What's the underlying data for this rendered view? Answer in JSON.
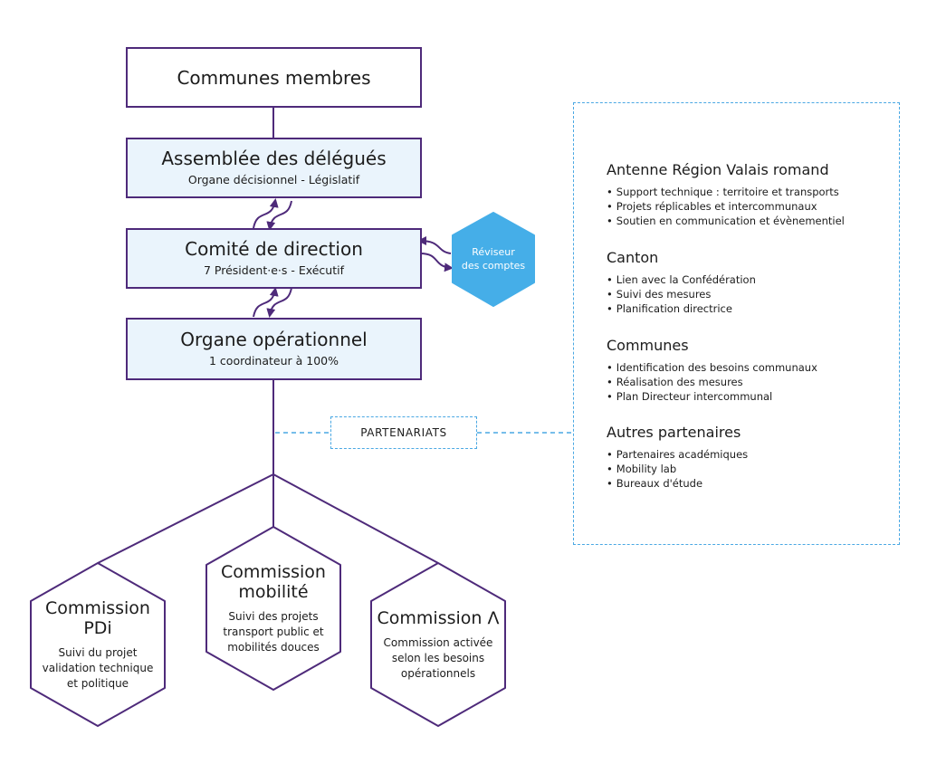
{
  "boxes": {
    "communes_membres": {
      "title": "Communes membres"
    },
    "assemblee": {
      "title": "Assemblée des délégués",
      "subtitle": "Organe décisionnel - Législatif"
    },
    "comite": {
      "title": "Comité de direction",
      "subtitle": "7 Président·e·s - Exécutif"
    },
    "organe": {
      "title": "Organe opérationnel",
      "subtitle": "1 coordinateur à 100%"
    }
  },
  "reviseur": {
    "line1": "Réviseur",
    "line2": "des comptes"
  },
  "partenariats_label": "PARTENARIATS",
  "partners": [
    {
      "title": "Antenne Région Valais romand",
      "items": [
        "Support technique : territoire et transports",
        "Projets réplicables et intercommunaux",
        "Soutien en communication et évènementiel"
      ]
    },
    {
      "title": "Canton",
      "items": [
        "Lien avec la Confédération",
        "Suivi des mesures",
        "Planification directrice"
      ]
    },
    {
      "title": "Communes",
      "items": [
        "Identification des besoins communaux",
        "Réalisation des mesures",
        "Plan Directeur intercommunal"
      ]
    },
    {
      "title": "Autres partenaires",
      "items": [
        "Partenaires académiques",
        "Mobility lab",
        "Bureaux d'étude"
      ]
    }
  ],
  "commissions": [
    {
      "title_line1": "Commission",
      "title_line2": "PDi",
      "desc": [
        "Suivi du projet",
        "validation technique",
        "et politique"
      ]
    },
    {
      "title_line1": "Commission",
      "title_line2": "mobilité",
      "desc": [
        "Suivi des projets",
        "transport public et",
        "mobilités douces"
      ]
    },
    {
      "title_line1": "Commission Λ",
      "title_line2": "",
      "desc": [
        "Commission activée",
        "selon les besoins",
        "opérationnels"
      ]
    }
  ],
  "colors": {
    "purple": "#4e2a7a",
    "light_blue_fill": "#eaf4fc",
    "dashed_blue": "#4aa8e3",
    "hex_blue": "#45aee8"
  }
}
